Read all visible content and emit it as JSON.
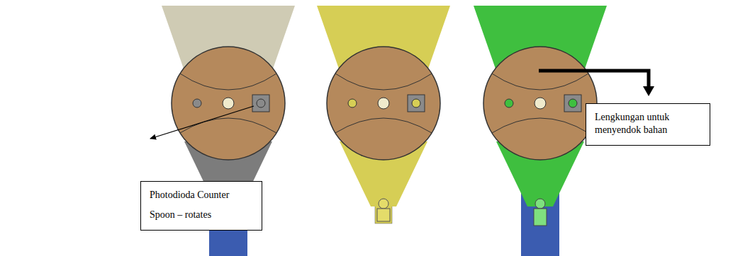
{
  "diagram": {
    "nodes": [
      {
        "text": [
          "Photodioda Counter",
          "Spoon – rotates"
        ]
      },
      {
        "text": [
          "Lengkungan untuk menyendok bahan"
        ]
      }
    ]
  }
}
